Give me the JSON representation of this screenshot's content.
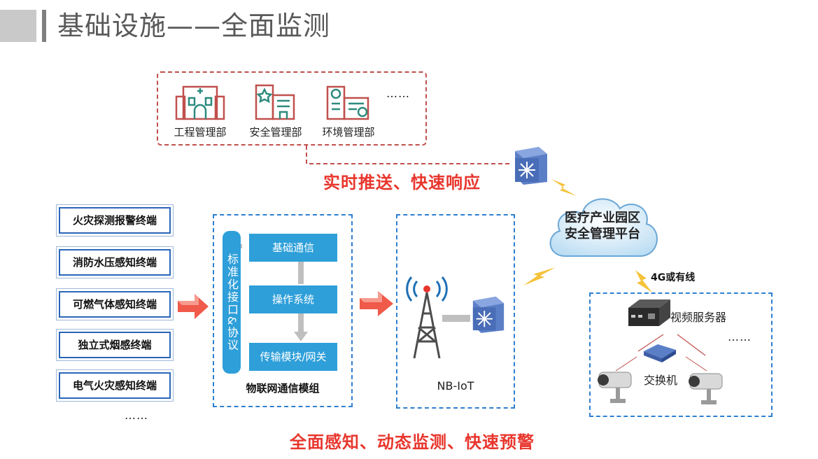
{
  "title": "基础设施——全面监测",
  "departments": [
    {
      "label": "工程管理部",
      "icon": "hospital-building-icon"
    },
    {
      "label": "安全管理部",
      "icon": "security-building-icon"
    },
    {
      "label": "环境管理部",
      "icon": "factory-building-icon"
    }
  ],
  "dept_more": "……",
  "push_text": "实时推送、快速响应",
  "terminals": [
    "火灾探测报警终端",
    "消防水压感知终端",
    "可燃气体感知终端",
    "独立式烟感终端",
    "电气火灾感知终端"
  ],
  "terminals_more": "……",
  "module": {
    "vertical": "标准化接口&协议",
    "steps": [
      "基础通信",
      "操作系统",
      "传输模块/网关"
    ],
    "caption": "物联网通信模组"
  },
  "nb_iot": "NB-IoT",
  "cloud": "医疗产业园区安全管理平台",
  "link_4g": "4G或有线",
  "video": {
    "server": "视频服务器",
    "switch": "交换机",
    "more": "……"
  },
  "bottom_text": "全面感知、动态监测、快速预警",
  "colors": {
    "accent_red": "#e8362d",
    "accent_blue": "#2e9fd9",
    "dash_blue": "#2f7fd1",
    "dash_red": "#c0504d"
  }
}
